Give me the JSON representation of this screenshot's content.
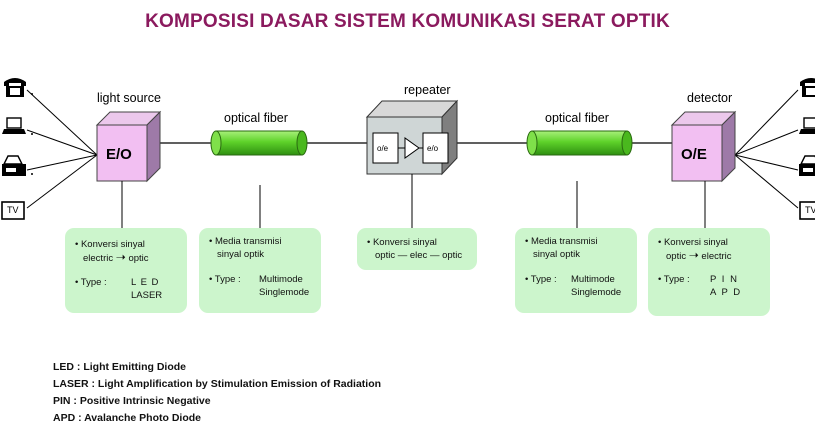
{
  "title": "KOMPOSISI DASAR SISTEM KOMUNIKASI SERAT OPTIK",
  "labels": {
    "light_source": "light source",
    "optical_fiber": "optical fiber",
    "repeater": "repeater",
    "detector": "detector"
  },
  "boxes": {
    "eo": "E/O",
    "oe": "O/E",
    "repeater_left": "o/e",
    "repeater_right": "e/o"
  },
  "cards": {
    "light_source": {
      "line1": "Konversi sinyal",
      "line2a": "electric",
      "line2b": "optic",
      "type_label": "Type  :",
      "type_1": "L E D",
      "type_2": "LASER"
    },
    "fiber_left": {
      "line1": "Media transmisi",
      "line2": "sinyal optik",
      "type_label": "Type  :",
      "type_1": "Multimode",
      "type_2": "Singlemode"
    },
    "repeater": {
      "line1": "Konversi sinyal",
      "line2a": "optic",
      "line2b": "elec",
      "line2c": "optic"
    },
    "fiber_right": {
      "line1": "Media transmisi",
      "line2": "sinyal optik",
      "type_label": "Type  :",
      "type_1": "Multimode",
      "type_2": "Singlemode"
    },
    "detector": {
      "line1": "Konversi sinyal",
      "line2a": "optic",
      "line2b": "electric",
      "type_label": "Type  :",
      "type_1": "P I N",
      "type_2": "A P D"
    }
  },
  "device_labels": {
    "tv": "TV"
  },
  "legend": [
    "LED  :  Light Emitting Diode",
    "LASER  : Light Amplification by Stimulation Emission of Radiation",
    "PIN  :  Positive Intrinsic Negative",
    "APD :  Avalanche Photo Diode"
  ]
}
